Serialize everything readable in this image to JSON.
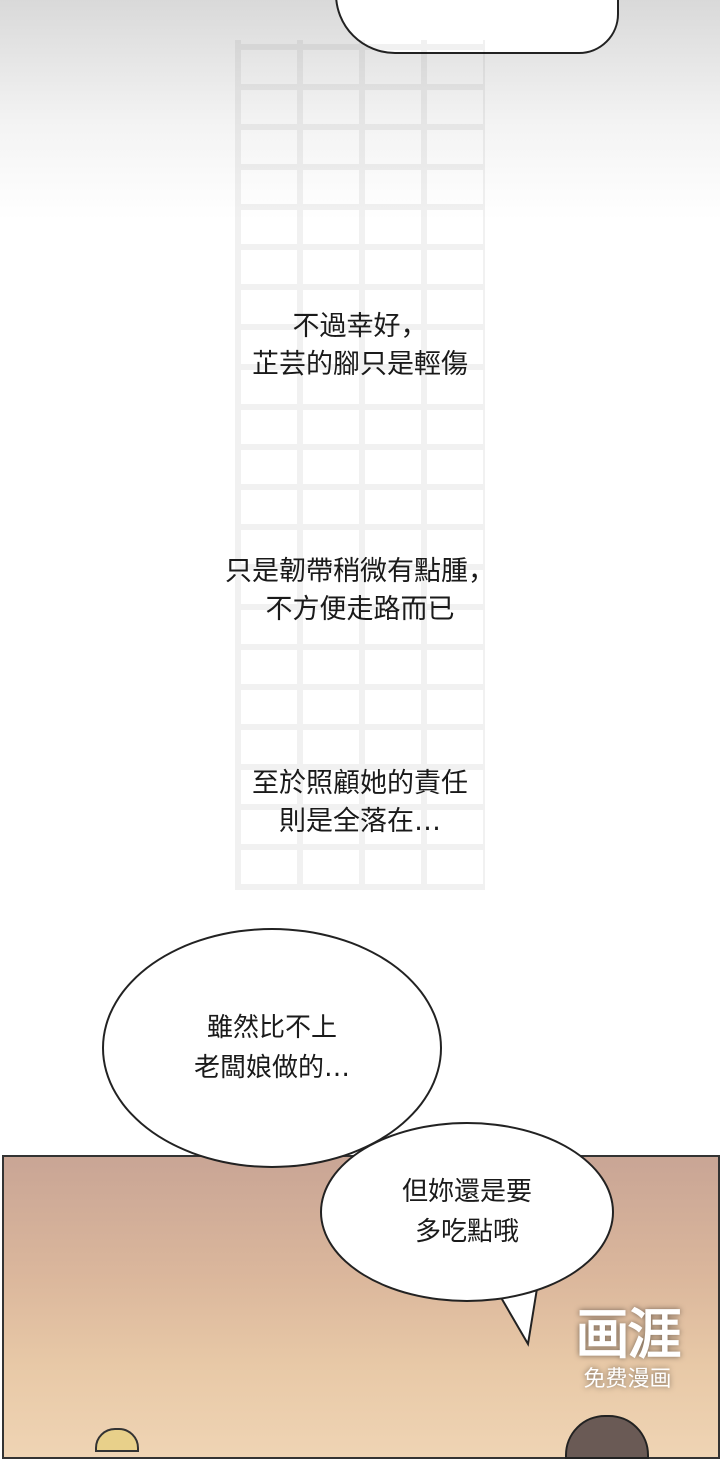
{
  "narration": [
    {
      "lines": [
        "不過幸好，",
        "芷芸的腳只是輕傷"
      ]
    },
    {
      "lines": [
        "只是韌帶稍微有點腫，",
        "不方便走路而已"
      ]
    },
    {
      "lines": [
        "至於照顧她的責任",
        "則是全落在…"
      ]
    }
  ],
  "bubbles": [
    {
      "lines": [
        "雖然比不上",
        "老闆娘做的…"
      ]
    },
    {
      "lines": [
        "但妳還是要",
        "多吃點哦"
      ]
    }
  ],
  "watermark": {
    "logo": "画涯",
    "subtitle": "免费漫画"
  }
}
